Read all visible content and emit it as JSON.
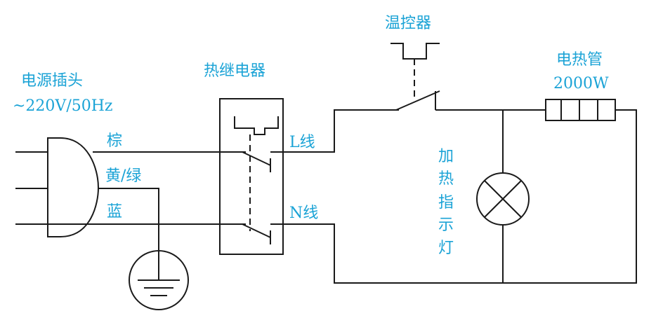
{
  "plug": {
    "label_line1": "电源插头",
    "label_line2": "~220V/50Hz",
    "wire_brown": "棕",
    "wire_yellow_green": "黄/绿",
    "wire_blue": "蓝"
  },
  "relay": {
    "label": "热继电器"
  },
  "lines": {
    "live": "L线",
    "neutral": "N线"
  },
  "thermostat": {
    "label": "温控器"
  },
  "heater": {
    "label_line1": "电热管",
    "label_line2": "2000W"
  },
  "indicator": {
    "chars": [
      "加",
      "热",
      "指",
      "示",
      "灯"
    ]
  },
  "colors": {
    "label": "#1ba3d6",
    "line": "#1a1a1a"
  }
}
